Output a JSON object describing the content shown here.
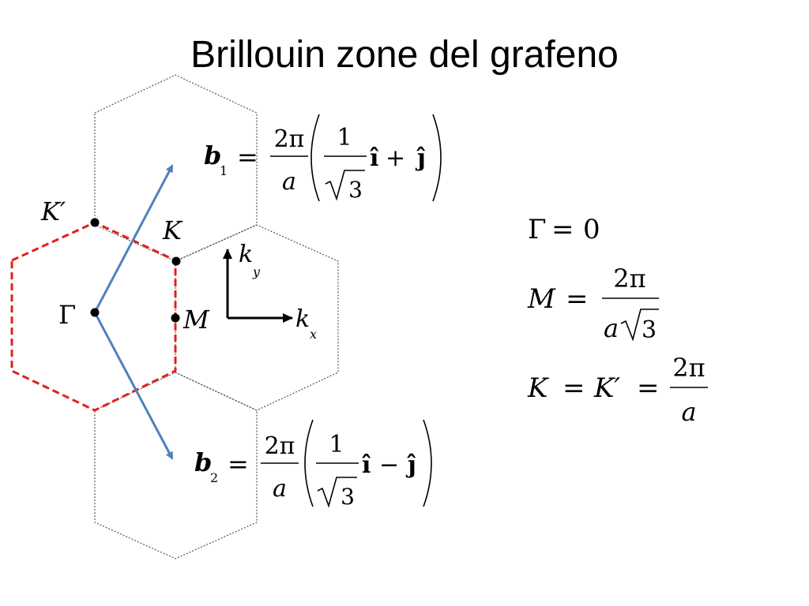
{
  "title": "Brillouin zone del grafeno",
  "points": {
    "k_prime": "K′",
    "k": "K",
    "gamma": "Γ",
    "m": "M"
  },
  "axes": {
    "ky": "k",
    "ky_sub": "y",
    "kx": "k",
    "kx_sub": "x"
  },
  "b1": {
    "symbol": "b",
    "sub": "1",
    "eq": "=",
    "num": "2π",
    "den": "a",
    "inner_num": "1",
    "inner_den": "3",
    "i_hat": "î",
    "op": "+",
    "j_hat": "ĵ"
  },
  "b2": {
    "symbol": "b",
    "sub": "2",
    "eq": "=",
    "num": "2π",
    "den": "a",
    "inner_num": "1",
    "inner_den": "3",
    "i_hat": "î",
    "op": "−",
    "j_hat": "ĵ"
  },
  "eq_gamma": {
    "lhs": "Γ",
    "eq": "=",
    "rhs": "0"
  },
  "eq_m": {
    "lhs": "M",
    "eq": "=",
    "num": "2π",
    "den_a": "a",
    "den_root": "3"
  },
  "eq_k": {
    "lhs": "K",
    "eq1": "=",
    "mid": "K′",
    "eq2": "=",
    "num": "2π",
    "den": "a"
  },
  "colors": {
    "red_zone": "#e0201d",
    "vectors": "#4f81bd",
    "grey_hex": "#555555"
  }
}
